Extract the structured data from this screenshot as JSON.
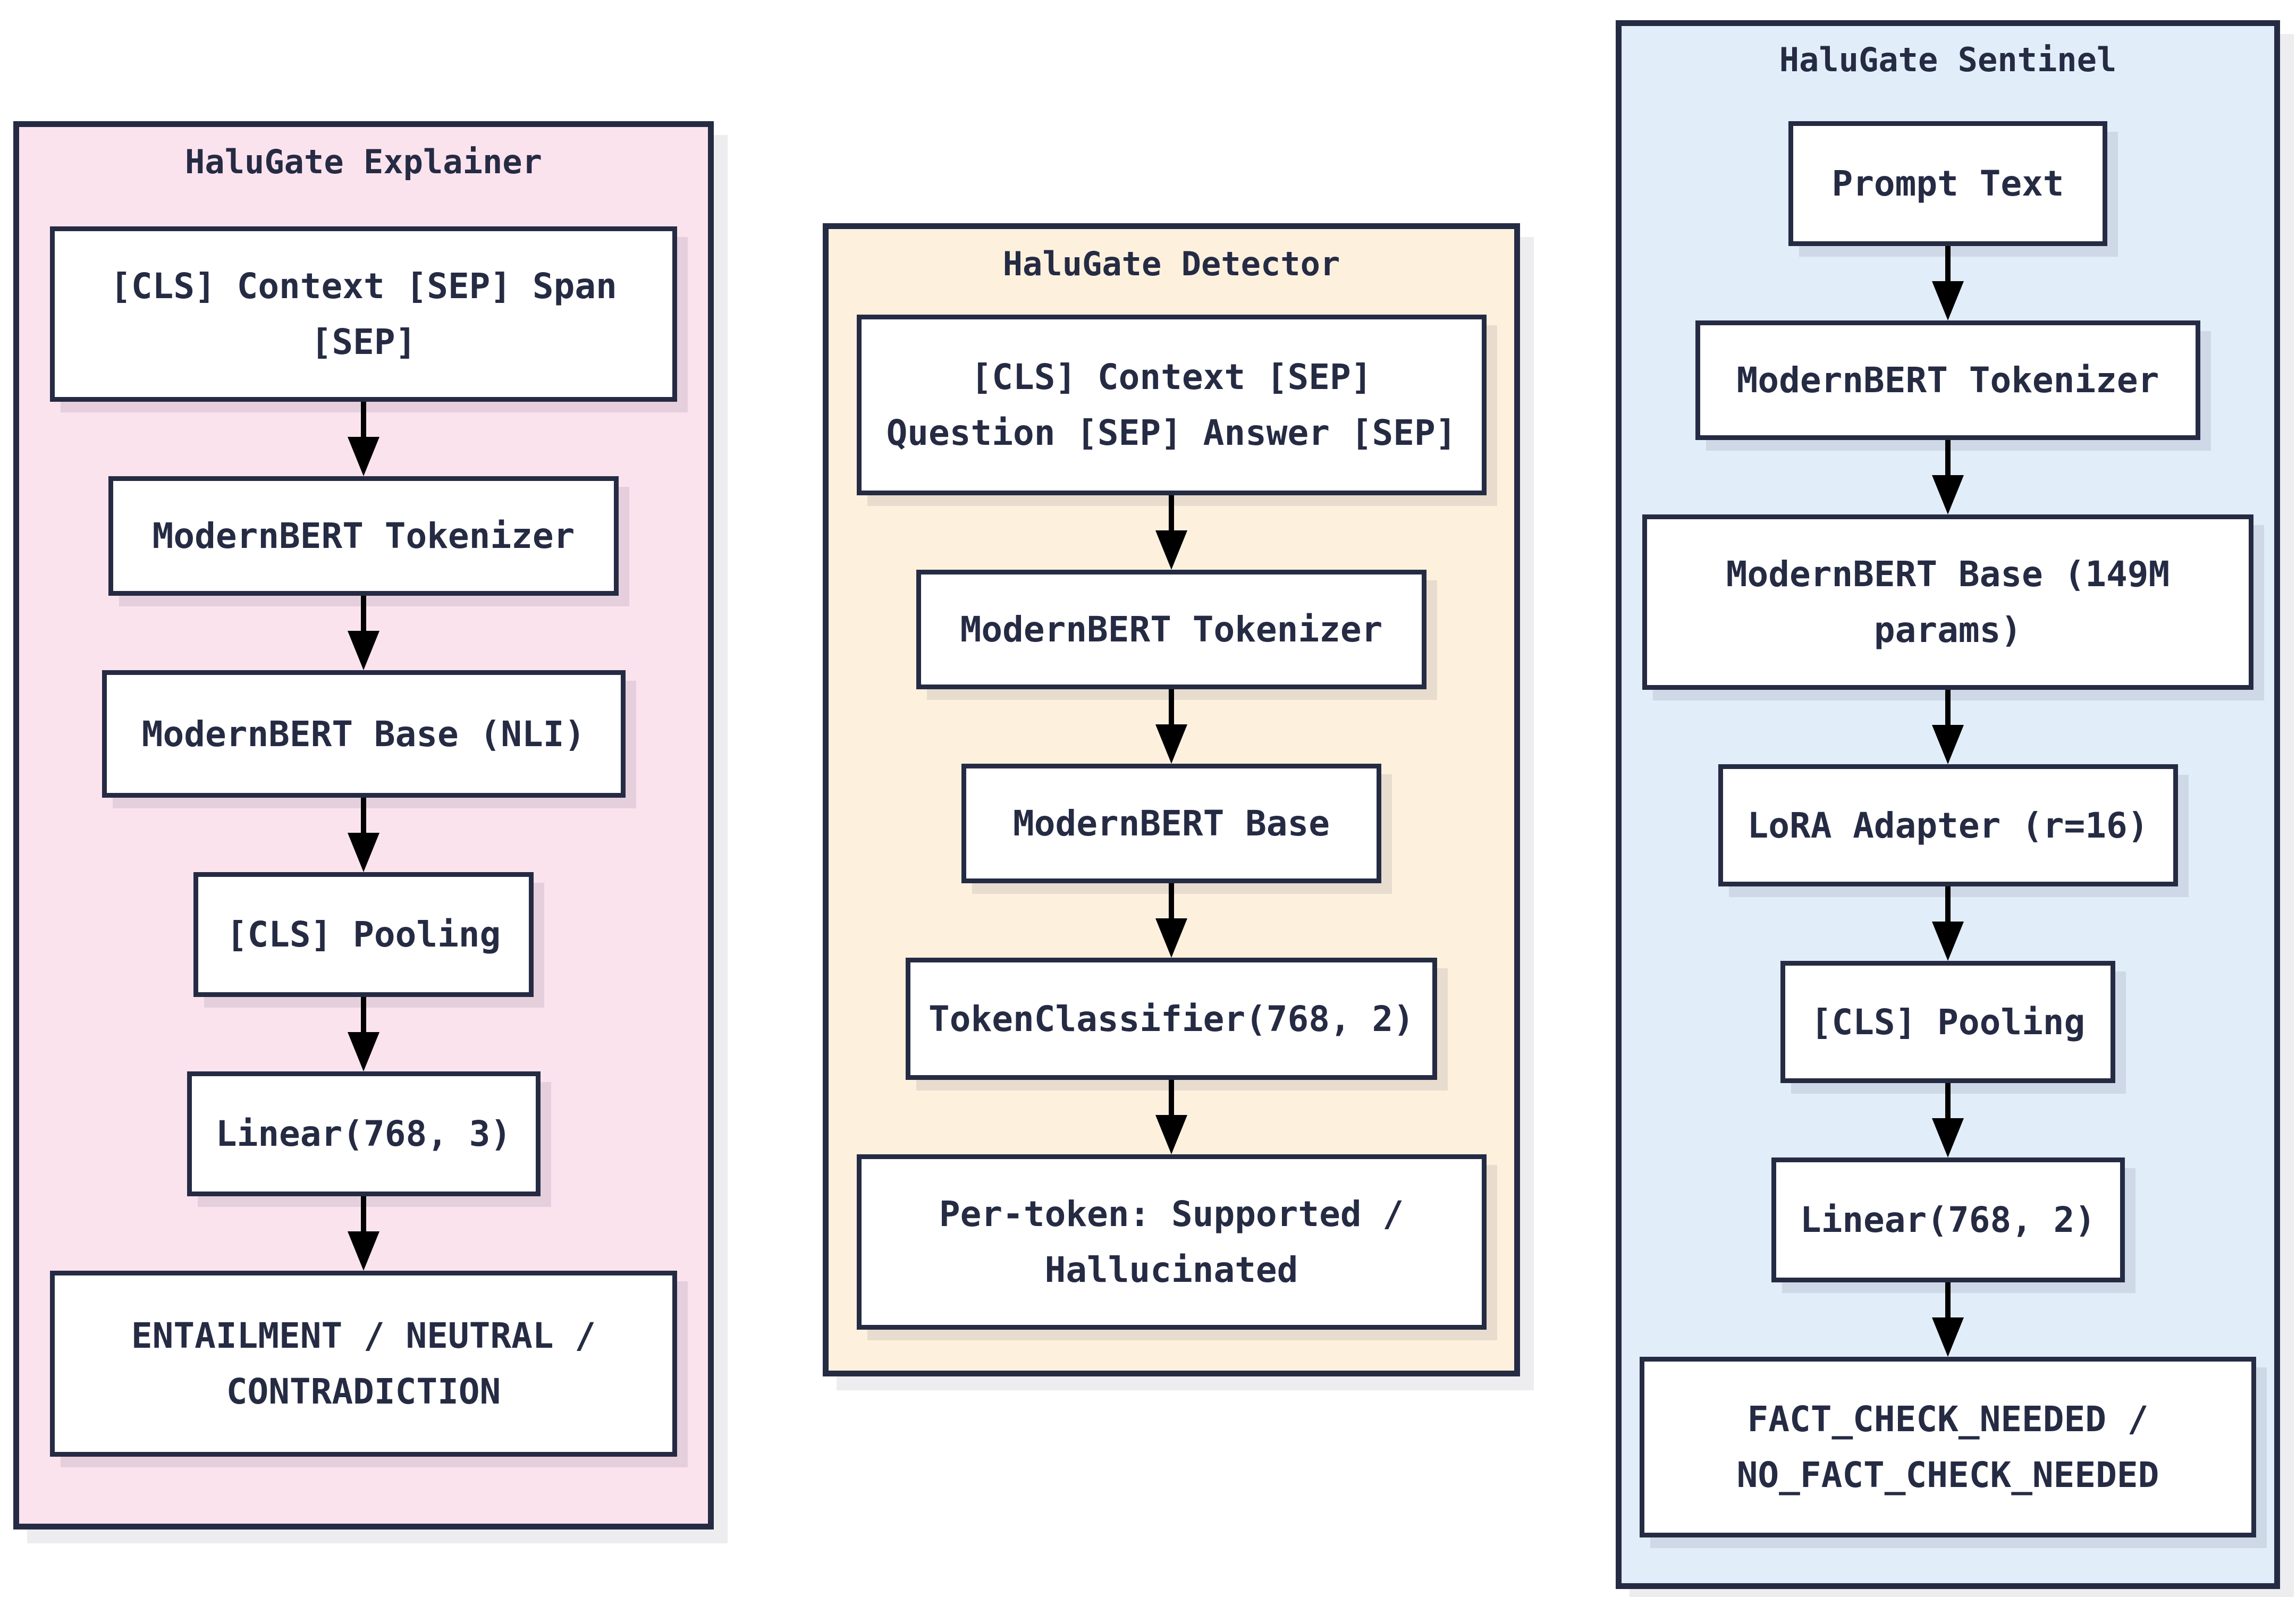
{
  "colors": {
    "ink": "#262b44",
    "arrow": "#000000",
    "explainer_bg": "#fbe3ee",
    "detector_bg": "#fdf1de",
    "sentinel_bg": "#e1edf9",
    "node_bg": "#ffffff",
    "panel_shadow": "#ededf0"
  },
  "icons": {
    "arrow": "arrow-down"
  },
  "panels": {
    "explainer": {
      "title": "HaluGate Explainer",
      "nodes": [
        [
          "[CLS] Context [SEP] Span",
          "[SEP]"
        ],
        [
          "ModernBERT Tokenizer"
        ],
        [
          "ModernBERT Base (NLI)"
        ],
        [
          "[CLS] Pooling"
        ],
        [
          "Linear(768, 3)"
        ],
        [
          "ENTAILMENT / NEUTRAL /",
          "CONTRADICTION"
        ]
      ]
    },
    "detector": {
      "title": "HaluGate Detector",
      "nodes": [
        [
          "[CLS] Context [SEP]",
          "Question [SEP] Answer [SEP]"
        ],
        [
          "ModernBERT Tokenizer"
        ],
        [
          "ModernBERT Base"
        ],
        [
          "TokenClassifier(768, 2)"
        ],
        [
          "Per-token: Supported /",
          "Hallucinated"
        ]
      ]
    },
    "sentinel": {
      "title": "HaluGate Sentinel",
      "nodes": [
        [
          "Prompt Text"
        ],
        [
          "ModernBERT Tokenizer"
        ],
        [
          "ModernBERT Base (149M",
          "params)"
        ],
        [
          "LoRA Adapter (r=16)"
        ],
        [
          "[CLS] Pooling"
        ],
        [
          "Linear(768, 2)"
        ],
        [
          "FACT_CHECK_NEEDED /",
          "NO_FACT_CHECK_NEEDED"
        ]
      ]
    }
  }
}
